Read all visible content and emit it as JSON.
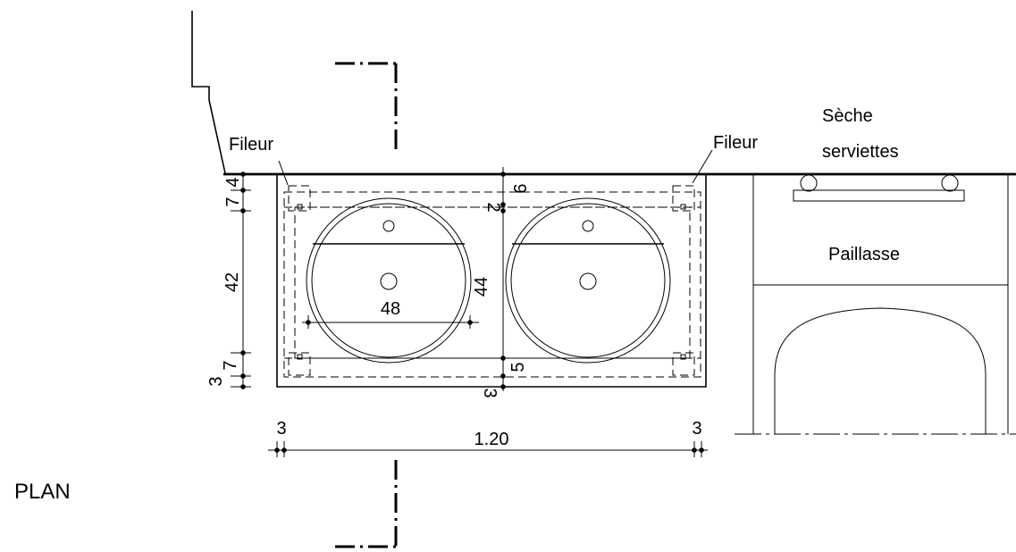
{
  "labels": {
    "fileur_left": "Fileur",
    "fileur_right": "Fileur",
    "seche_line1": "Sèche",
    "seche_line2": "serviettes",
    "paillasse": "Paillasse",
    "plan": "PLAN"
  },
  "dimensions": {
    "top_7": "7",
    "top_4": "4",
    "depth_42": "42",
    "bottom_7": "7",
    "bottom_3": "3",
    "centre_9": "9",
    "centre_2": "2",
    "centre_44": "44",
    "centre_5": "5",
    "centre_3": "3",
    "basin_48": "48",
    "width_left_3": "3",
    "width_total": "1.20",
    "width_right_3": "3"
  }
}
